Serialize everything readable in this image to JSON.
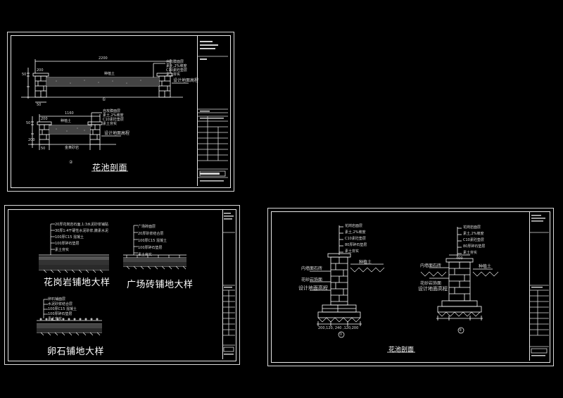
{
  "colors": {
    "background": "#000000",
    "line": "#ffffff",
    "frame": "#e0e0e0",
    "dim": "#c8c8c8"
  },
  "sheet1": {
    "title": "花池剖面",
    "dim_top": "2200",
    "dim_mid": "1160",
    "dim_200a": "200",
    "dim_50a": "50",
    "dim_50b": "50",
    "dim_200b": "200",
    "dim_50c": "50",
    "dim_50d": "50",
    "dim_200c": "200",
    "section_a": "①",
    "section_b": "②",
    "label_soil": "种植土",
    "label_soil2": "种植土",
    "label_grade": "设计地面高程",
    "label_grade2": "设计地面高程",
    "label_sand": "金黄砂岩",
    "layers": [
      "自攻膜面层",
      "素土,2%坡度",
      "C10素砼垫层",
      "素土夯实"
    ],
    "layers2": [
      "自攻膜面层",
      "素土,2%坡度",
      "C10素砼垫层",
      "素土夯实"
    ]
  },
  "sheet2": {
    "granite_title": "花岗岩铺地大样",
    "plaza_title": "广场砖铺地大样",
    "pebble_title": "卵石铺地大样",
    "granite_layers": [
      "20厚花岗岩石面,1:3水泥砂浆铺贴",
      "30厚1:4干硬性水泥砂浆,撒素水泥",
      "100厚C15 混凝土",
      "100厚碎石垫层",
      "素土夯实"
    ],
    "plaza_layers": [
      "广场砖面层",
      "20厚砂浆结合层",
      "100厚C15 混凝土",
      "100厚碎石垫层",
      "素土夯实"
    ],
    "pebble_layers": [
      "卵石铺面层",
      "水泥砂浆结合层",
      "100厚C15 混凝土",
      "100厚碎石垫层",
      "素土夯实"
    ]
  },
  "sheet3": {
    "title": "花池剖面",
    "section_a": "①",
    "section_b": "②",
    "left_layers": [
      "花岗岩面层",
      "素土,2%坡度",
      "C10素砼垫层",
      "80厚碎石垫层",
      "素土夯实"
    ],
    "right_layers": [
      "花岗岩面层",
      "素土,2%坡度",
      "C10素砼垫层",
      "80厚碎石垫层",
      "素土夯实"
    ],
    "label_soil": "种植土",
    "label_soil2": "种植土",
    "label_grade": "设计地面高程",
    "label_grade2": "设计地面高程",
    "label_left1": "内墙面石砖",
    "label_left2": "花砂岩饰面",
    "label_right1": "内墙面石砖",
    "label_right2": "花砂岩饰面",
    "dims_bottom": "200,120,  240  ,120,200",
    "dim_top_right": "400"
  },
  "titleblock": {
    "rows": [
      "设计",
      "校对",
      "审核",
      "审定",
      "图号",
      "比例",
      "日期"
    ]
  }
}
